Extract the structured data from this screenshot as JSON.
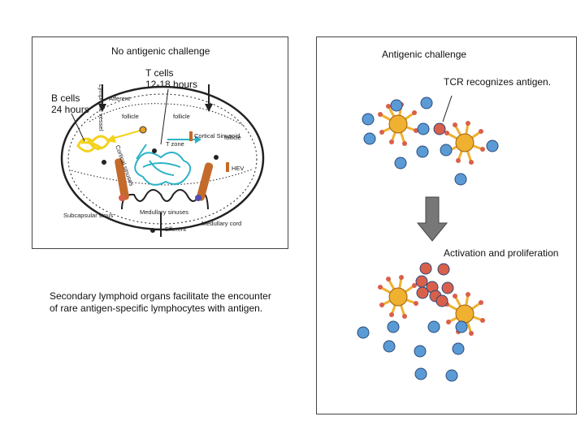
{
  "left": {
    "title": "No antigenic challenge",
    "t_cells_line1": "T cells",
    "t_cells_line2": "12-18 hours",
    "b_cells_line1": "B cells",
    "b_cells_line2": "24 hours",
    "node_labels": {
      "afferent": "Afferent",
      "follicle": "follicle",
      "cortical_sinusoid": "Cortical Sinusoid",
      "t_zone": "T zone",
      "hev": "HEV",
      "medullary_sinuses": "Medullary sinuses",
      "subcapsular_sinus": "Subcapsular sinus",
      "efferent": "Efferent",
      "medullary_cord": "Medullary cord",
      "cortical_sinuses": "Cortical sinuses",
      "lymphatic_vessel": "Lymphatic vessel"
    },
    "caption_line1": "Secondary lymphoid organs facilitate the encounter",
    "caption_line2": "of rare antigen-specific lymphocytes with antigen."
  },
  "right": {
    "title": "Antigenic challenge",
    "tcr_label": "TCR recognizes antigen.",
    "activation_label": "Activation and proliferation"
  },
  "colors": {
    "naive_cell": "#5b9bd5",
    "activated_cell": "#d9604a",
    "dendritic_cell": "#f0b030",
    "arrow": "#777777",
    "b_cell_path": "#f2d21b",
    "t_cell_path": "#2cb3c6",
    "hev": "#c46a2a"
  }
}
